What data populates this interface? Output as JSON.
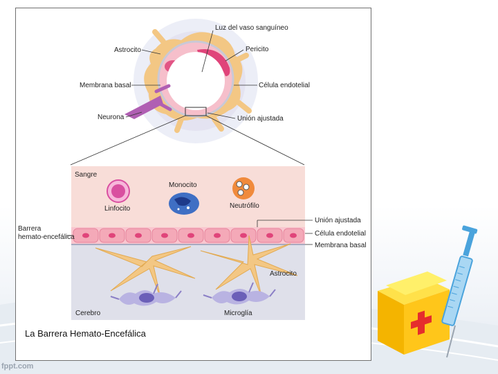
{
  "diagram": {
    "top_labels": {
      "vessel_lumen": "Luz del vaso sanguíneo",
      "pericyte": "Pericito",
      "astrocyte": "Astrocito",
      "basal_membrane": "Membrana basal",
      "endothelial_cell": "Célula endotelial",
      "neuron": "Neurona",
      "tight_junction": "Unión ajustada"
    },
    "bottom_labels": {
      "blood": "Sangre",
      "monocyte": "Monocito",
      "lymphocyte": "Linfocito",
      "neutrophil": "Neutrófilo",
      "barrier": "Barrera\nhemato-encefálica",
      "tight_junction": "Unión ajustada",
      "endothelial_cell": "Célula endotelial",
      "basal_membrane": "Membrana basal",
      "astrocyte": "Astrocito",
      "brain": "Cerebro",
      "microglia": "Microglía"
    }
  },
  "caption": "La Barrera Hemato-Encefálica",
  "watermark": "fppt.com",
  "colors": {
    "blood_zone": "#f8ddd8",
    "brain_zone": "#dfe0ea",
    "endothelium": "#f4a9b8",
    "astrocyte": "#f3c784",
    "pericyte": "#e0447a",
    "microglia": "#8b7fc6"
  },
  "icons": [
    "first-aid-box-icon",
    "syringe-icon"
  ]
}
